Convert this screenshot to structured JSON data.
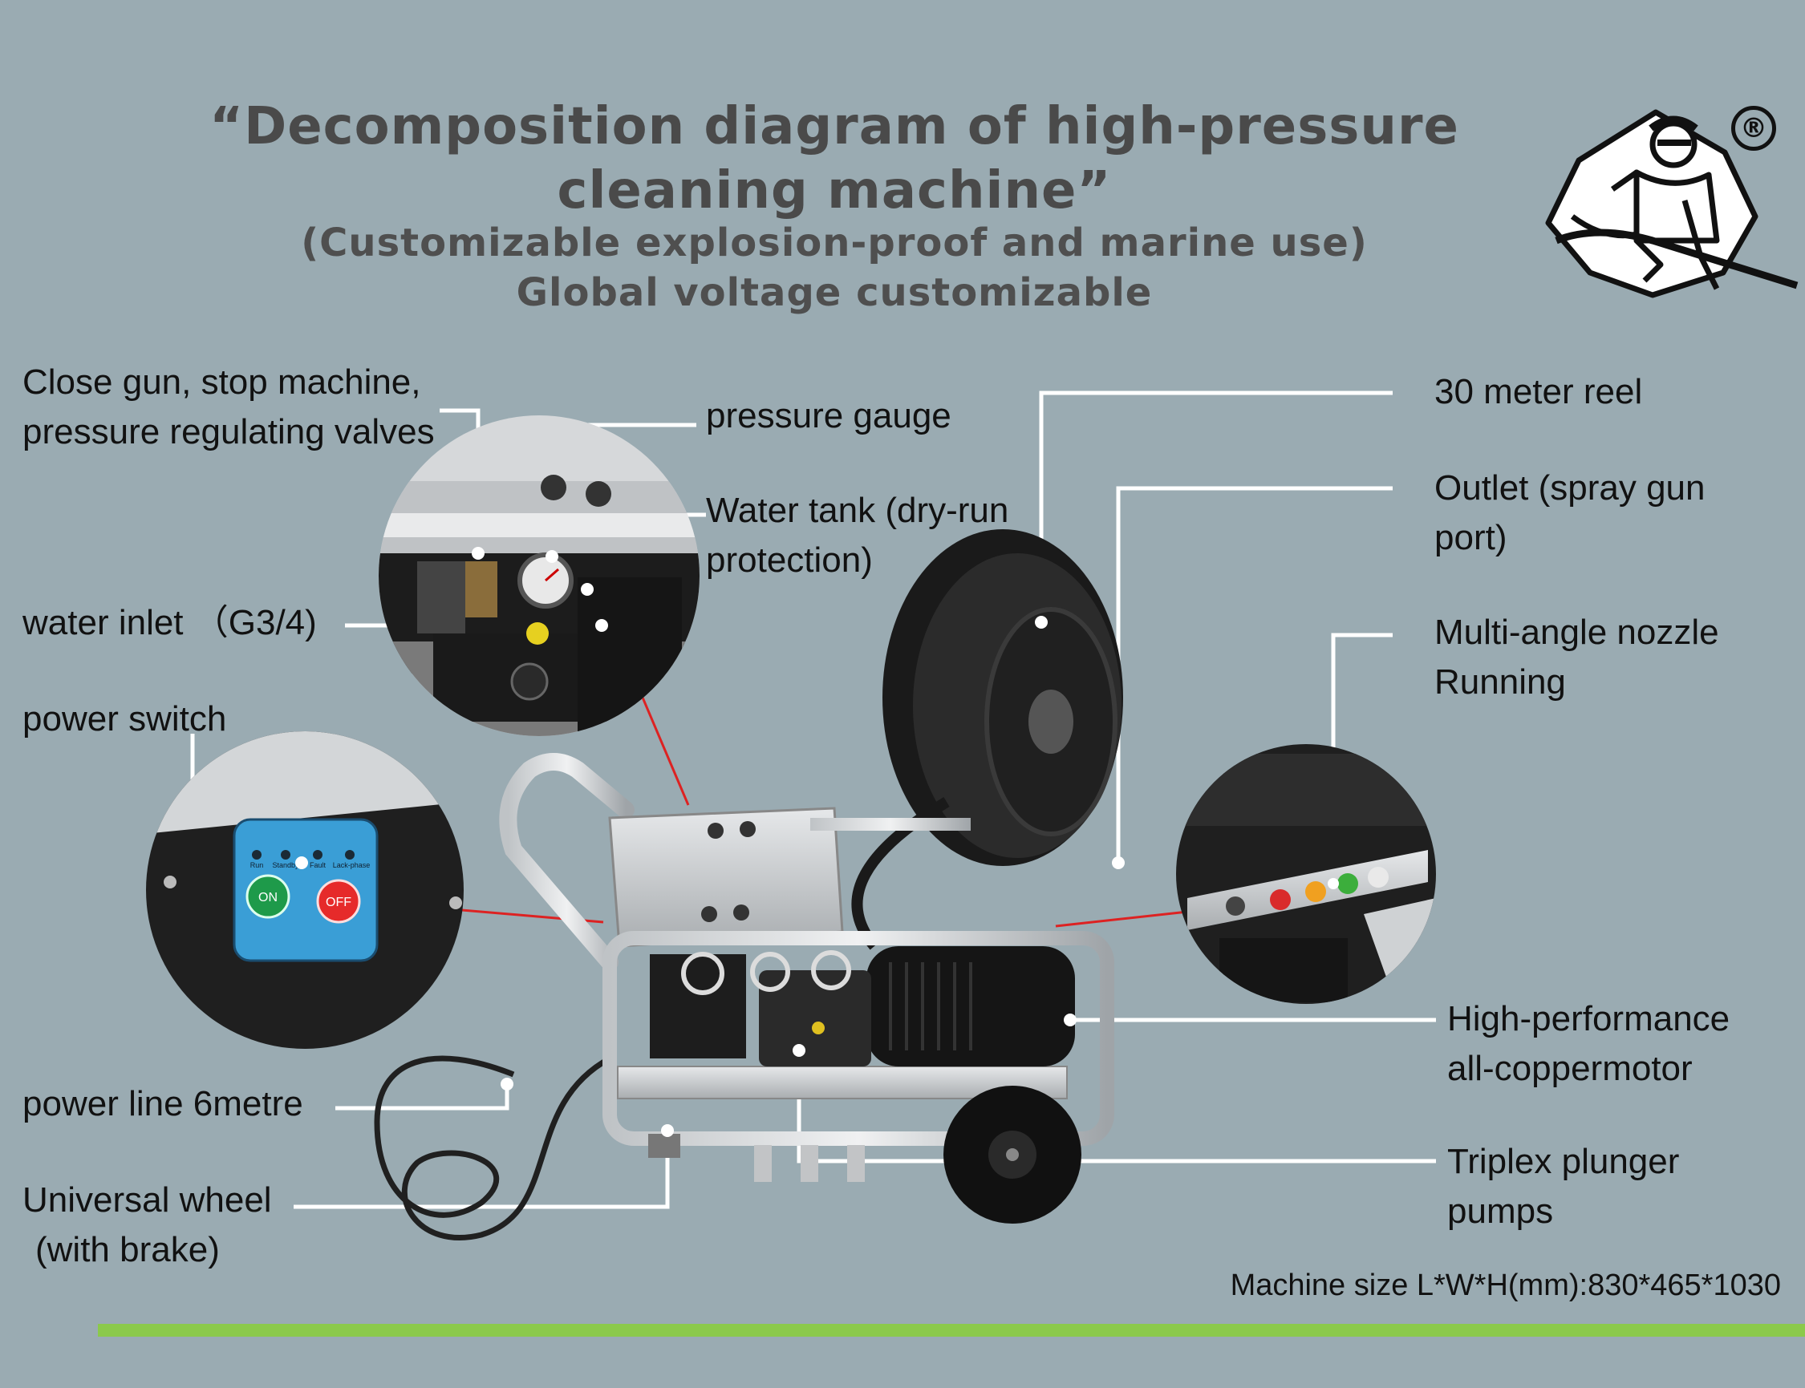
{
  "header": {
    "title": "“Decomposition diagram of high-pressure cleaning machine”",
    "subtitle_line1": "(Customizable explosion-proof and marine use)",
    "subtitle_line2": "Global voltage customizable"
  },
  "labels": {
    "close_gun_1": "Close gun, stop machine,",
    "close_gun_2": "pressure regulating valves",
    "pressure_gauge": "pressure gauge",
    "water_tank_1": "Water tank (dry-run",
    "water_tank_2": "protection)",
    "water_inlet": "water inlet （G3/4)",
    "power_switch": "power switch",
    "power_line": "power line 6metre",
    "universal_wheel_1": "Universal wheel",
    "universal_wheel_2": "(with brake)",
    "reel": "30 meter reel",
    "outlet_1": "Outlet (spray gun",
    "outlet_2": "port)",
    "nozzle_1": "Multi-angle nozzle",
    "nozzle_2": "Running",
    "motor_1": "High-performance",
    "motor_2": "all-coppermotor",
    "pump_1": "Triplex plunger",
    "pump_2": "pumps"
  },
  "panel": {
    "indicators": [
      "Run",
      "Standby",
      "Fault",
      "Lack-phase"
    ],
    "on": "ON",
    "off": "OFF"
  },
  "footer": {
    "machine_size": "Machine size L*W*H(mm):830*465*1030"
  },
  "logo": {
    "mark": "®"
  },
  "colors": {
    "background": "#9aabb2",
    "accent_bar": "#8bc94b",
    "leader_line": "#ffffff",
    "pointer_line": "#dd2222",
    "on_button": "#1e9a4a",
    "off_button": "#e62a2a",
    "panel": "#3a9ed6"
  }
}
